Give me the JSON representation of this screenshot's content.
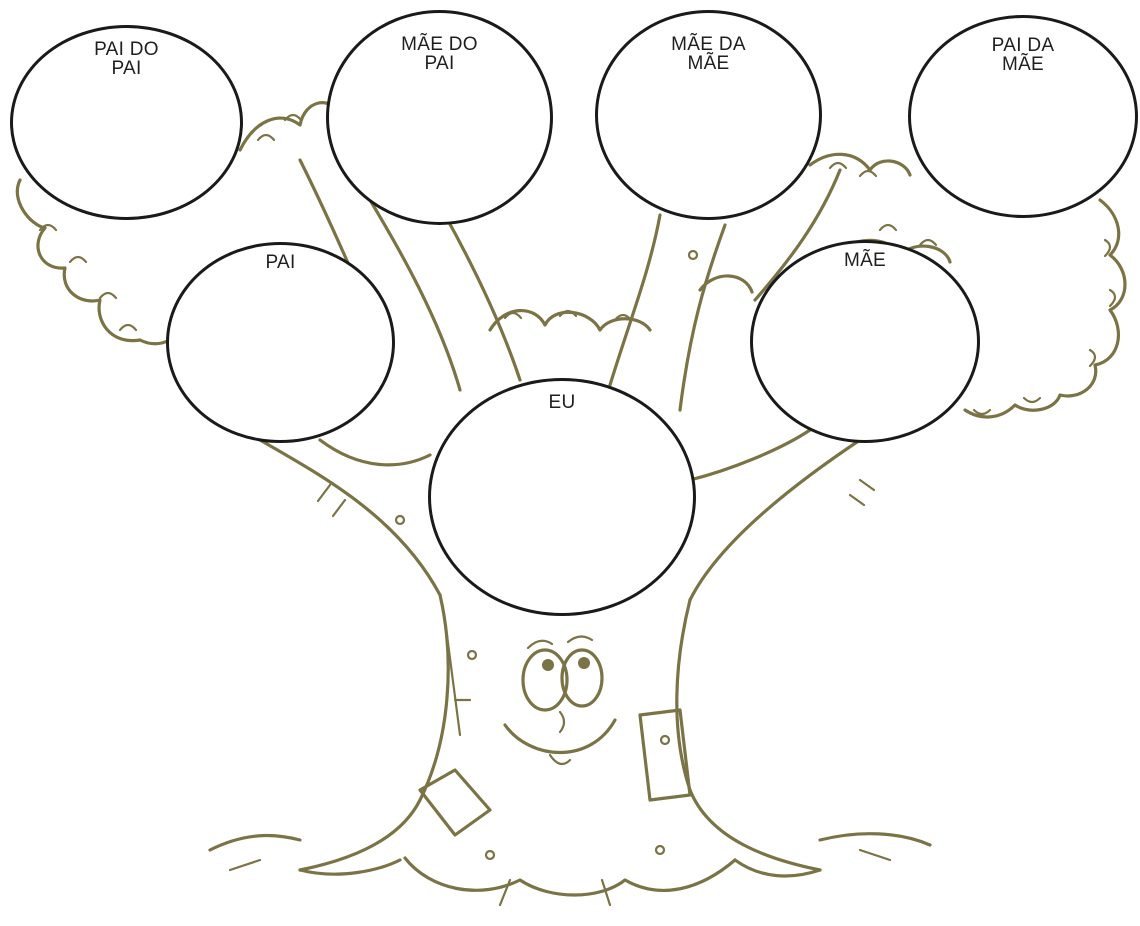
{
  "colors": {
    "tree_stroke": "#7a7346",
    "circle_stroke": "#1a1a1a",
    "label": "#1f1f1f"
  },
  "nodes": {
    "pai_do_pai": {
      "label": "PAI DO\nPAI"
    },
    "mae_do_pai": {
      "label": "MÃE DO\nPAI"
    },
    "mae_da_mae": {
      "label": "MÃE DA\nMÃE"
    },
    "pai_da_mae": {
      "label": "PAI DA\nMÃE"
    },
    "pai": {
      "label": "PAI"
    },
    "mae": {
      "label": "MÃE"
    },
    "eu": {
      "label": "EU"
    }
  }
}
